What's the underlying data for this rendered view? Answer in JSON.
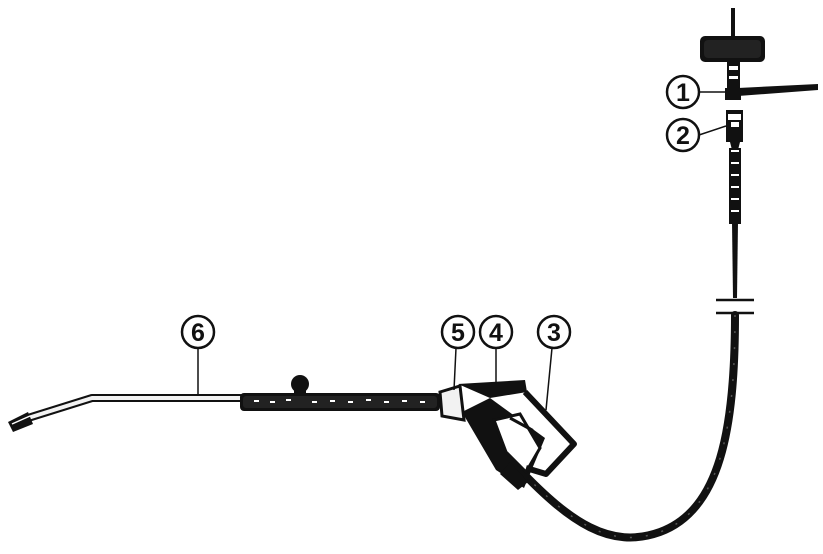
{
  "colors": {
    "ink": "#111111",
    "paper": "#ffffff",
    "metal": "#f2f2f2"
  },
  "callouts": [
    {
      "id": 1,
      "label": "1"
    },
    {
      "id": 2,
      "label": "2"
    },
    {
      "id": 3,
      "label": "3"
    },
    {
      "id": 4,
      "label": "4"
    },
    {
      "id": 5,
      "label": "5"
    },
    {
      "id": 6,
      "label": "6"
    }
  ]
}
